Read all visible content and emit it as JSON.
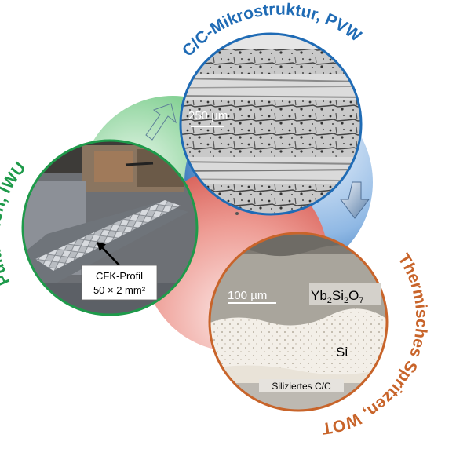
{
  "titles": {
    "top": "C/C-Mikrostruktur, PVW",
    "left": "Pultrusion, IWU",
    "right": "Thermisches Spritzen, WOT"
  },
  "photo_left": {
    "callout_line1": "CFK-Profil",
    "callout_line2": "50 × 2 mm²"
  },
  "photo_top": {
    "scale": "250 µm"
  },
  "photo_bottom": {
    "scale": "100 µm",
    "layer_main": "Yb",
    "layer_sub1": "2",
    "layer_mid1": "Si",
    "layer_sub2": "2",
    "layer_mid2": "O",
    "layer_sub3": "7",
    "layer_si": "Si",
    "layer_base": "Siliziertes C/C"
  },
  "colors": {
    "blue": "#1f6bb5",
    "green": "#1e9a4a",
    "orange": "#c8642a"
  }
}
